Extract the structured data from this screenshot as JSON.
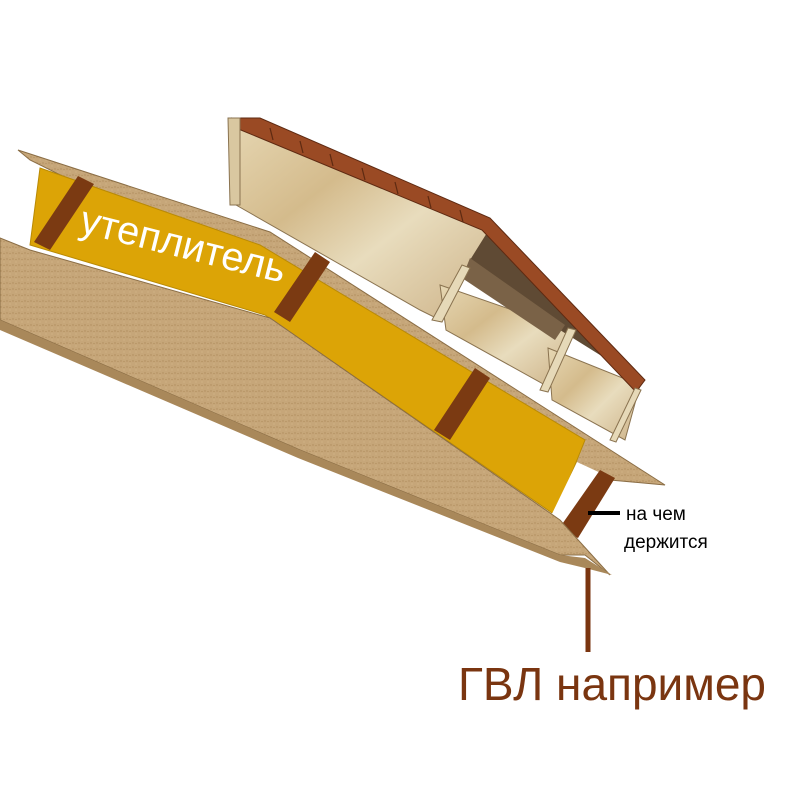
{
  "labels": {
    "insulation": "утеплитель",
    "holds_line1": "на чем",
    "holds_line2": "держится",
    "gvl": "ГВЛ например"
  },
  "colors": {
    "insulation": "#dca406",
    "rafter": "#7b3a12",
    "board": "#c4a476",
    "board_dark": "#a9885a",
    "roof_tile": "#9a4a24",
    "wood_light": "#e2d2ad",
    "leader_line": "#000000",
    "gvl_line": "#7a3510"
  }
}
